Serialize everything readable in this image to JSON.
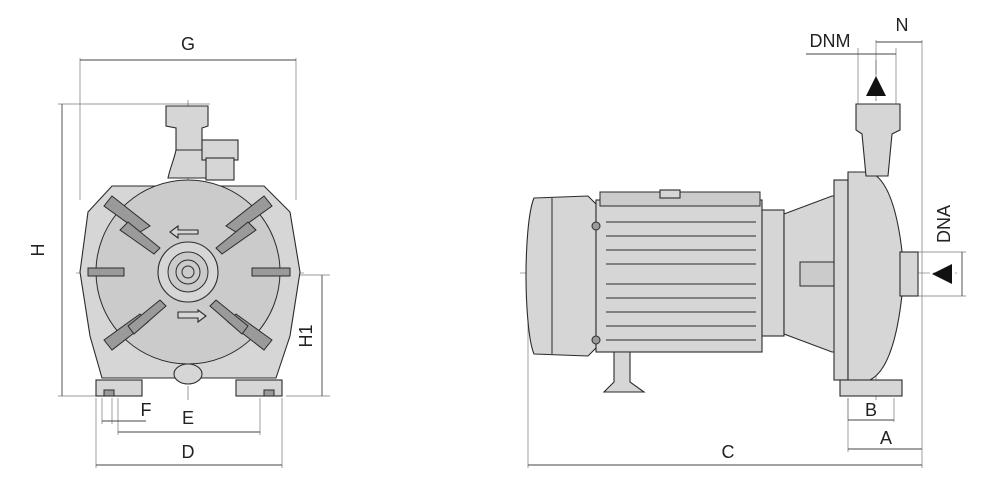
{
  "labels": {
    "G": "G",
    "H": "H",
    "H1": "H1",
    "E": "E",
    "F": "F",
    "D": "D",
    "C": "C",
    "A": "A",
    "B": "B",
    "N": "N",
    "DNM": "DNM",
    "DNA": "DNA"
  }
}
